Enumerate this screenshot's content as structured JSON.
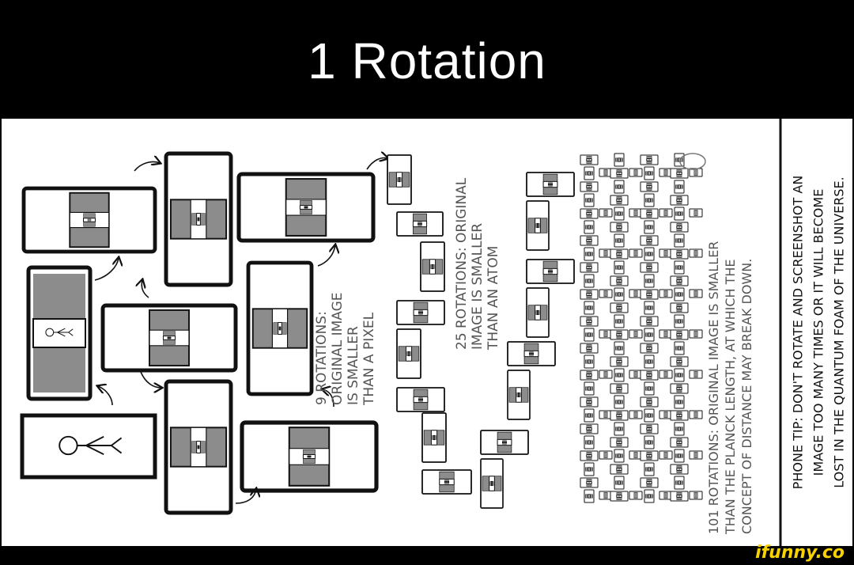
{
  "page": {
    "title": "1 Rotation",
    "watermark": "ifunny.co"
  },
  "labels": {
    "nine": [
      "9 ROTATIONS:",
      "ORIGINAL IMAGE",
      "IS SMALLER",
      "THAN A PIXEL"
    ],
    "twentyfive": [
      "25 ROTATIONS: ORIGINAL",
      "IMAGE IS SMALLER",
      "THAN AN ATOM"
    ],
    "hundredone": [
      "101 ROTATIONS: ORIGINAL IMAGE IS SMALLER",
      "THAN THE PLANCK LENGTH, AT WHICH THE",
      "CONCEPT OF DISTANCE MAY BREAK DOWN."
    ],
    "tip": [
      "PHONE TIP: DON'T ROTATE AND SCREENSHOT AN",
      "IMAGE TOO MANY TIMES OR IT WILL BECOME",
      "LOST IN THE QUANTUM FOAM OF THE UNIVERSE."
    ]
  },
  "colors": {
    "ink": "#111111",
    "gray": "#8c8c8c",
    "label": "#555555",
    "watermark": "#f7d100"
  }
}
